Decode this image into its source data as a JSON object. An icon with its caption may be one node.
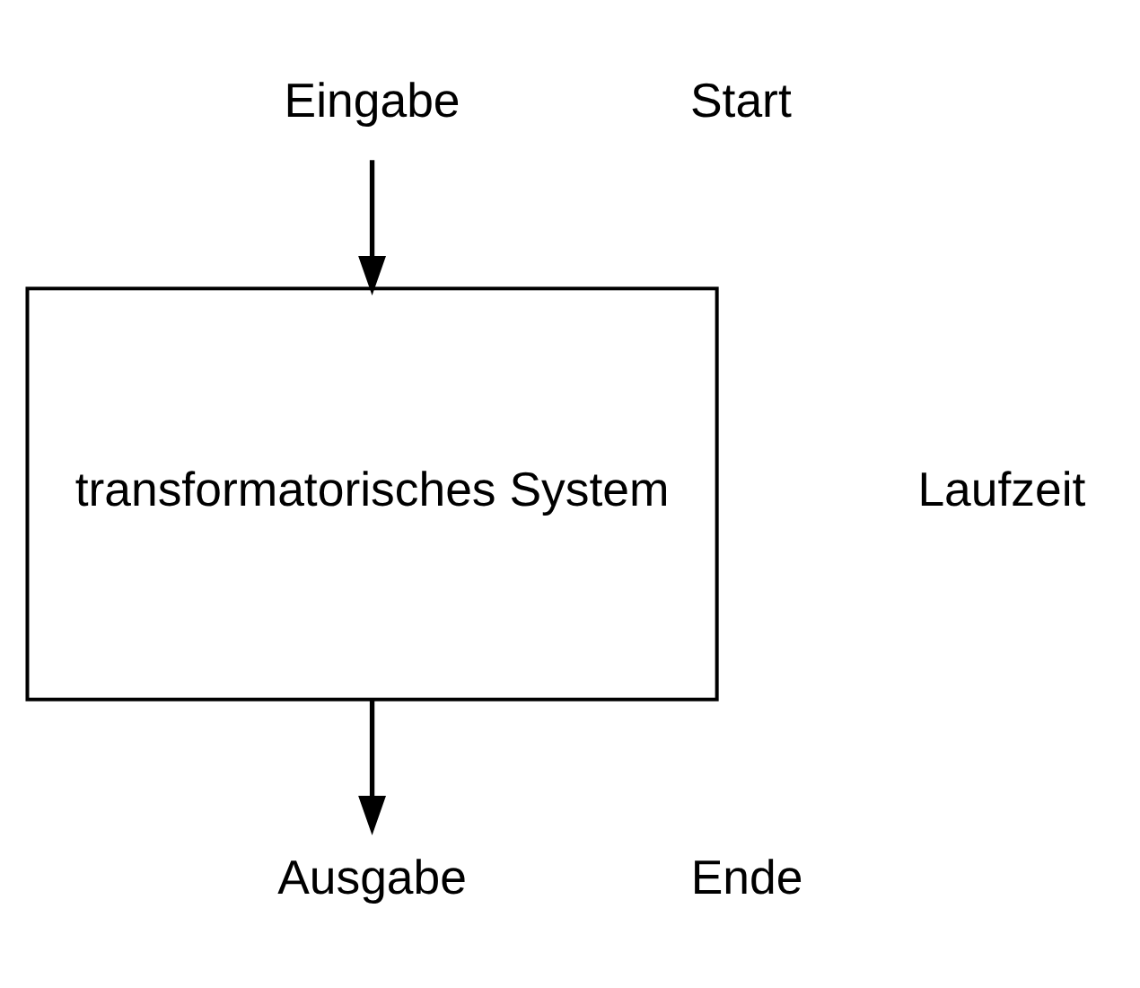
{
  "diagram": {
    "nodes": [
      {
        "text": [
          "Eingabe"
        ]
      },
      {
        "text": [
          "transformatorisches System"
        ]
      },
      {
        "text": [
          "Ausgabe"
        ]
      }
    ],
    "edges": [
      {
        "from": 0,
        "to": 1,
        "arrow": "to"
      },
      {
        "from": 1,
        "to": 2,
        "arrow": "to"
      }
    ],
    "labels": [
      "Start",
      "Laufzeit",
      "Ende"
    ]
  }
}
